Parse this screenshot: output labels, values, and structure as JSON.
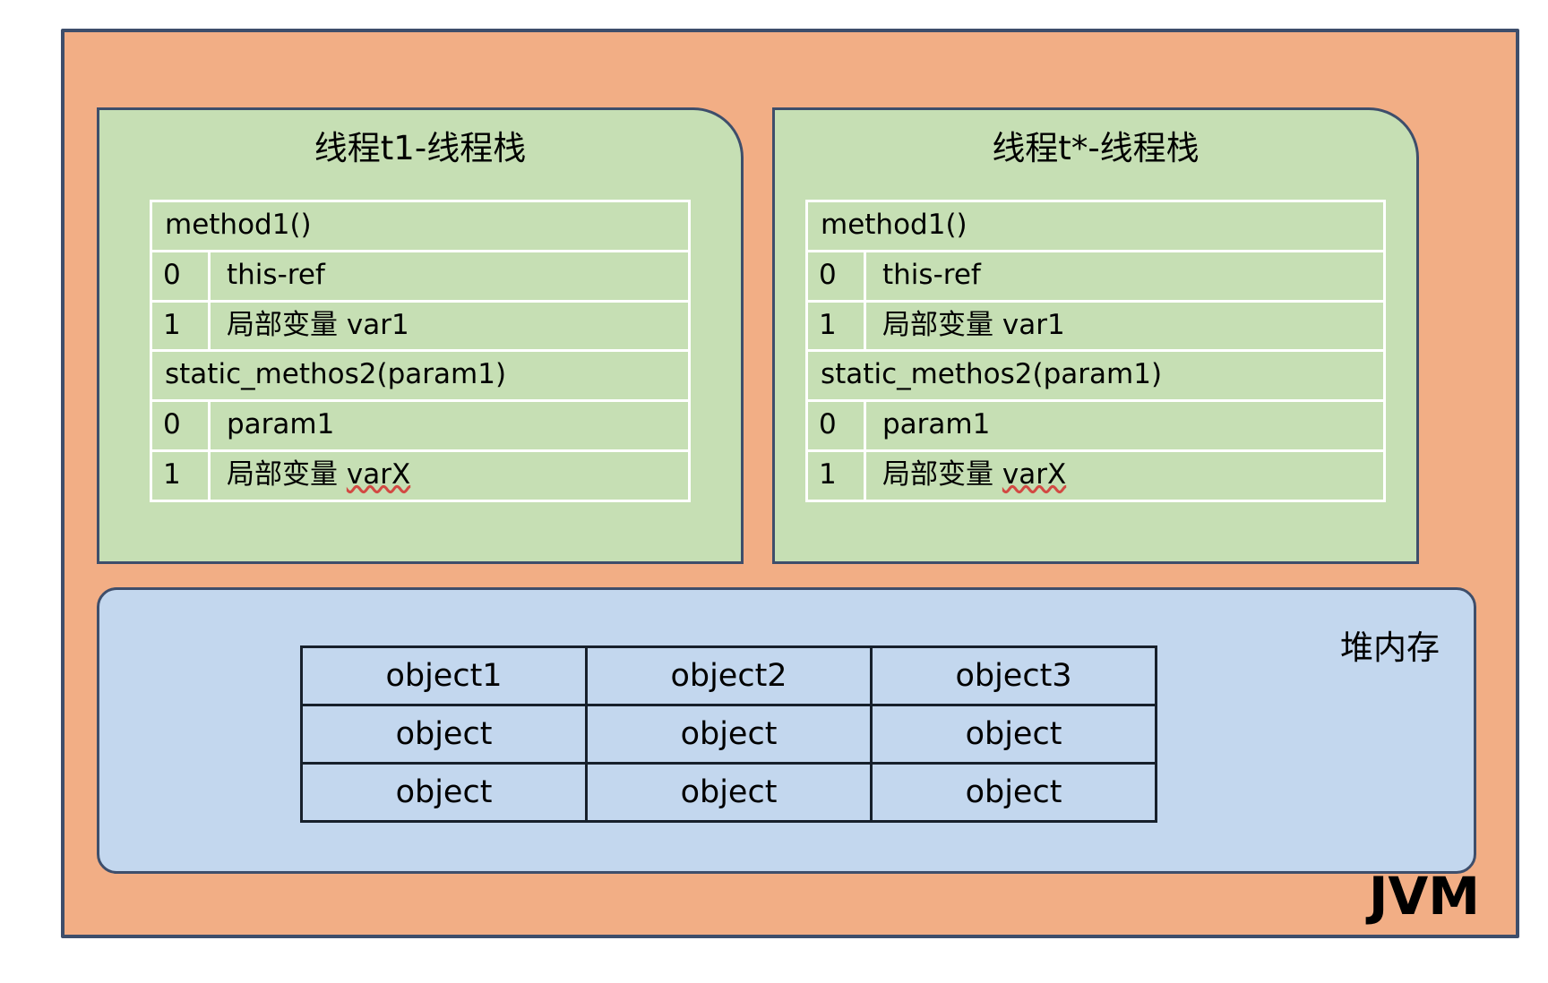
{
  "diagram": {
    "jvm_label": "JVM",
    "colors": {
      "jvm_fill": "#F2AE85",
      "stack_fill": "#C6DFB4",
      "heap_fill": "#C3D7EE",
      "border": "#3E4E6B",
      "table_border_light": "#FFFFFF",
      "table_border_dark": "#17202B",
      "misspell_underline": "#D24A43"
    }
  },
  "stacks": [
    {
      "title": "线程t1-线程栈",
      "frames": [
        {
          "name": "method1()",
          "slots": [
            {
              "index": "0",
              "value": "this-ref",
              "misspelled": false
            },
            {
              "index": "1",
              "value": "局部变量 var1",
              "misspelled": false
            }
          ]
        },
        {
          "name": "static_methos2(param1)",
          "slots": [
            {
              "index": "0",
              "value": "param1",
              "misspelled": false
            },
            {
              "index": "1",
              "value_prefix": "局部变量 ",
              "value_mark": "varX",
              "value": "局部变量 varX",
              "misspelled": true
            }
          ]
        }
      ]
    },
    {
      "title": "线程t*-线程栈",
      "frames": [
        {
          "name": "method1()",
          "slots": [
            {
              "index": "0",
              "value": "this-ref",
              "misspelled": false
            },
            {
              "index": "1",
              "value": "局部变量 var1",
              "misspelled": false
            }
          ]
        },
        {
          "name": "static_methos2(param1)",
          "slots": [
            {
              "index": "0",
              "value": "param1",
              "misspelled": false
            },
            {
              "index": "1",
              "value_prefix": "局部变量 ",
              "value_mark": "varX",
              "value": "局部变量 varX",
              "misspelled": true
            }
          ]
        }
      ]
    }
  ],
  "heap": {
    "label": "堆内存",
    "rows": [
      [
        "object1",
        "object2",
        "object3"
      ],
      [
        "object",
        "object",
        "object"
      ],
      [
        "object",
        "object",
        "object"
      ]
    ]
  }
}
